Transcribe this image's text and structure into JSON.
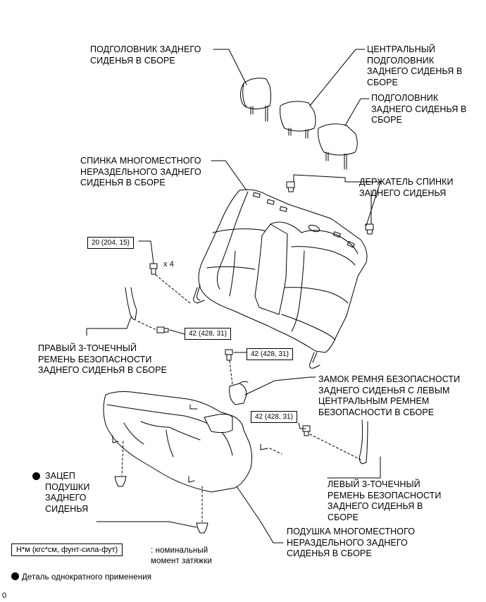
{
  "labels": {
    "rear_headrest_left": "ПОДГОЛОВНИК ЗАДНЕГО\nСИДЕНЬЯ В СБОРЕ",
    "center_headrest": "ЦЕНТРАЛЬНЫЙ\nПОДГОЛОВНИК\nЗАДНЕГО СИДЕНЬЯ В\nСБОРЕ",
    "rear_headrest_right": "ПОДГОЛОВНИК\nЗАДНЕГО СИДЕНЬЯ В\nСБОРЕ",
    "seatback": "СПИНКА МНОГОМЕСТНОГО\nНЕРАЗДЕЛЬНОГО ЗАДНЕГО\nСИДЕНЬЯ В СБОРЕ",
    "seatback_holder": "ДЕРЖАТЕЛЬ СПИНКИ\nЗАДНЕГО СИДЕНЬЯ",
    "x4": "x 4",
    "right_belt": "ПРАВЫЙ 3-ТОЧЕЧНЫЙ\nРЕМЕНЬ БЕЗОПАСНОСТИ\nЗАДНЕГО СИДЕНЬЯ В СБОРЕ",
    "buckle": "ЗАМОК РЕМНЯ БЕЗОПАСНОСТИ\nЗАДНЕГО СИДЕНЬЯ С ЛЕВЫМ\nЦЕНТРАЛЬНЫМ РЕМНЕМ\nБЕЗОПАСНОСТИ В СБОРЕ",
    "cushion_hook": "ЗАЦЕП\nПОДУШКИ\nЗАДНЕГО\nСИДЕНЬЯ",
    "left_belt": "ЛЕВЫЙ 3-ТОЧЕЧНЫЙ\nРЕМЕНЬ БЕЗОПАСНОСТИ\nЗАДНЕГО СИДЕНЬЯ В\nСБОРЕ",
    "cushion": "ПОДУШКА МНОГОМЕСТНОГО\nНЕРАЗДЕЛЬНОГО ЗАДНЕГО\nСИДЕНЬЯ В СБОРЕ"
  },
  "torques": {
    "t1": "20 (204, 15)",
    "t2": "42 (428, 31)",
    "t3": "42 (428, 31)",
    "t4": "42 (428, 31)"
  },
  "legend": {
    "unit_box": "Н*м (кгс*см, фунт-сила-фут)",
    "unit_desc": ": номинальный\nмомент затяжки",
    "single_use": "Деталь однократного применения"
  },
  "corner_mark": "0"
}
